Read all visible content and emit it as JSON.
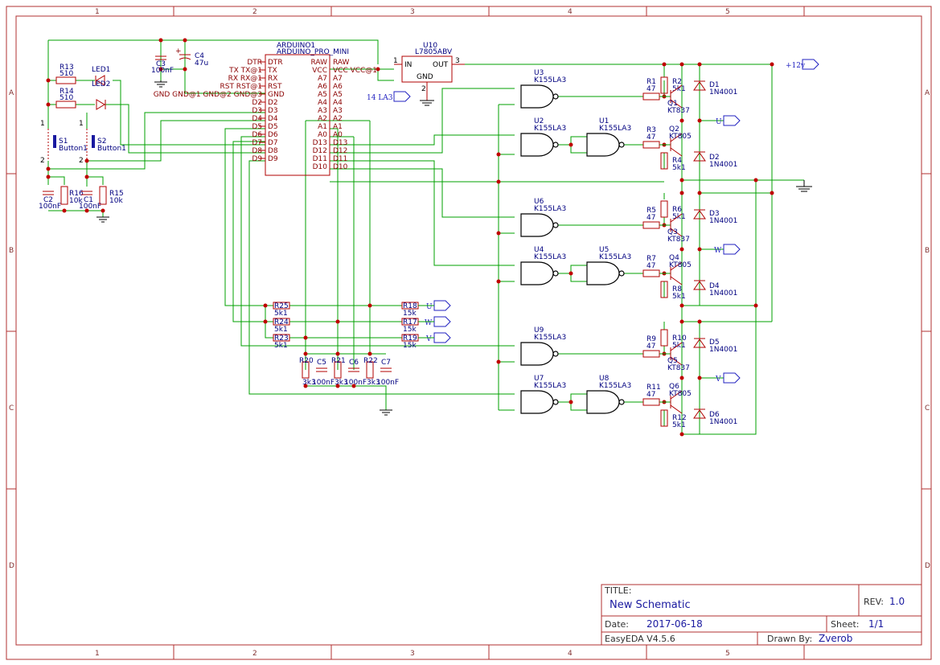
{
  "frame": {
    "col_labels": [
      "1",
      "2",
      "3",
      "4",
      "5"
    ],
    "row_labels": [
      "A",
      "B",
      "C",
      "D"
    ]
  },
  "title_block": {
    "title_caption": "TITLE:",
    "title_value": "New Schematic",
    "rev_caption": "REV:",
    "rev_value": "1.0",
    "date_caption": "Date:",
    "date_value": "2017-06-18",
    "sheet_caption": "Sheet:",
    "sheet_value": "1/1",
    "tool": "EasyEDA V4.5.6",
    "drawn_caption": "Drawn By:",
    "drawn_value": "Zverob"
  },
  "mcu": {
    "ref": "ARDUINO1",
    "value": "ARDUINO_PRO_MINI",
    "left_pins": [
      "DTR",
      "TX",
      "RX",
      "RST",
      "GND",
      "D2",
      "D3",
      "D4",
      "D5",
      "D6",
      "D7",
      "D8",
      "D9"
    ],
    "left_nets": [
      "",
      "TX TX@1",
      "RX RX@1",
      "RST RST@1",
      "GND GND@1 GND@2 GND@3",
      "",
      "",
      "",
      "",
      "",
      "",
      "",
      ""
    ],
    "right_pins": [
      "RAW",
      "VCC",
      "A7",
      "A6",
      "A5",
      "A4",
      "A3",
      "A2",
      "A1",
      "A0",
      "D13",
      "D12",
      "D11",
      "D10"
    ],
    "right_outer": [
      "RAW",
      "VCC VCC@1",
      "A7",
      "A6",
      "A5",
      "A4",
      "A3",
      "A2",
      "A1",
      "A0",
      "D13",
      "D12",
      "D11",
      "D10"
    ]
  },
  "regulator": {
    "ref": "U10",
    "value": "L7805ABV",
    "in_label": "IN",
    "out_label": "OUT",
    "gnd_label": "GND",
    "pin1": "1",
    "pin2": "2",
    "pin3": "3"
  },
  "net_ports": {
    "v12": "+12v",
    "la3": "14 LA3",
    "u": "U",
    "w": "W",
    "v": "V"
  },
  "caps": {
    "c3": {
      "ref": "C3",
      "value": "100nF"
    },
    "c4": {
      "ref": "C4",
      "value": "47u",
      "polarity": "+"
    },
    "c2": {
      "ref": "C2",
      "value": "100nF"
    },
    "c1": {
      "ref": "C1",
      "value": "100nF"
    },
    "c5": {
      "ref": "C5",
      "value": "100nF"
    },
    "c6": {
      "ref": "C6",
      "value": "100nF"
    },
    "c7": {
      "ref": "C7",
      "value": "100nF"
    }
  },
  "inputs": {
    "r13": {
      "ref": "R13",
      "value": "510"
    },
    "r14": {
      "ref": "R14",
      "value": "510"
    },
    "led1": "LED1",
    "led2": "LED2",
    "s1": {
      "ref": "S1",
      "value": "Button1",
      "pin1": "1",
      "pin2": "2"
    },
    "s2": {
      "ref": "S2",
      "value": "Button1",
      "pin1": "1",
      "pin2": "2"
    },
    "r16": {
      "ref": "R16",
      "value": "10k"
    },
    "r15": {
      "ref": "R15",
      "value": "10k"
    }
  },
  "feedback": {
    "r25": {
      "ref": "R25",
      "value": "5k1"
    },
    "r24": {
      "ref": "R24",
      "value": "5k1"
    },
    "r23": {
      "ref": "R23",
      "value": "5k1"
    },
    "r18": {
      "ref": "R18",
      "value": "15k"
    },
    "r17": {
      "ref": "R17",
      "value": "15k"
    },
    "r19": {
      "ref": "R19",
      "value": "15k"
    },
    "r20": {
      "ref": "R20",
      "value": "3k3"
    },
    "r21": {
      "ref": "R21",
      "value": "3k3"
    },
    "r22": {
      "ref": "R22",
      "value": "3k3"
    }
  },
  "gates": [
    {
      "ref": "U3",
      "value": "K155LA3"
    },
    {
      "ref": "U2",
      "value": "K155LA3"
    },
    {
      "ref": "U1",
      "value": "K155LA3"
    },
    {
      "ref": "U6",
      "value": "K155LA3"
    },
    {
      "ref": "U4",
      "value": "K155LA3"
    },
    {
      "ref": "U5",
      "value": "K155LA3"
    },
    {
      "ref": "U9",
      "value": "K155LA3"
    },
    {
      "ref": "U7",
      "value": "K155LA3"
    },
    {
      "ref": "U8",
      "value": "K155LA3"
    }
  ],
  "drivers": {
    "r1": {
      "ref": "R1",
      "value": "47"
    },
    "r2": {
      "ref": "R2",
      "value": "5k1"
    },
    "q1": {
      "ref": "Q1",
      "value": "KT837"
    },
    "d1": {
      "ref": "D1",
      "value": "1N4001"
    },
    "r3": {
      "ref": "R3",
      "value": "47"
    },
    "q2": {
      "ref": "Q2",
      "value": "KT805"
    },
    "r4": {
      "ref": "R4",
      "value": "5k1"
    },
    "d2": {
      "ref": "D2",
      "value": "1N4001"
    },
    "r5": {
      "ref": "R5",
      "value": "47"
    },
    "r6": {
      "ref": "R6",
      "value": "5k1"
    },
    "q3": {
      "ref": "Q3",
      "value": "KT837"
    },
    "d3": {
      "ref": "D3",
      "value": "1N4001"
    },
    "r7": {
      "ref": "R7",
      "value": "47"
    },
    "q4": {
      "ref": "Q4",
      "value": "KT805"
    },
    "r8": {
      "ref": "R8",
      "value": "5k1"
    },
    "d4": {
      "ref": "D4",
      "value": "1N4001"
    },
    "r9": {
      "ref": "R9",
      "value": "47"
    },
    "r10": {
      "ref": "R10",
      "value": "5k1"
    },
    "q5": {
      "ref": "Q5",
      "value": "KT837"
    },
    "d5": {
      "ref": "D5",
      "value": "1N4001"
    },
    "r11": {
      "ref": "R11",
      "value": "47"
    },
    "q6": {
      "ref": "Q6",
      "value": "KT805"
    },
    "r12": {
      "ref": "R12",
      "value": "5k1"
    },
    "d6": {
      "ref": "D6",
      "value": "1N4001"
    }
  }
}
